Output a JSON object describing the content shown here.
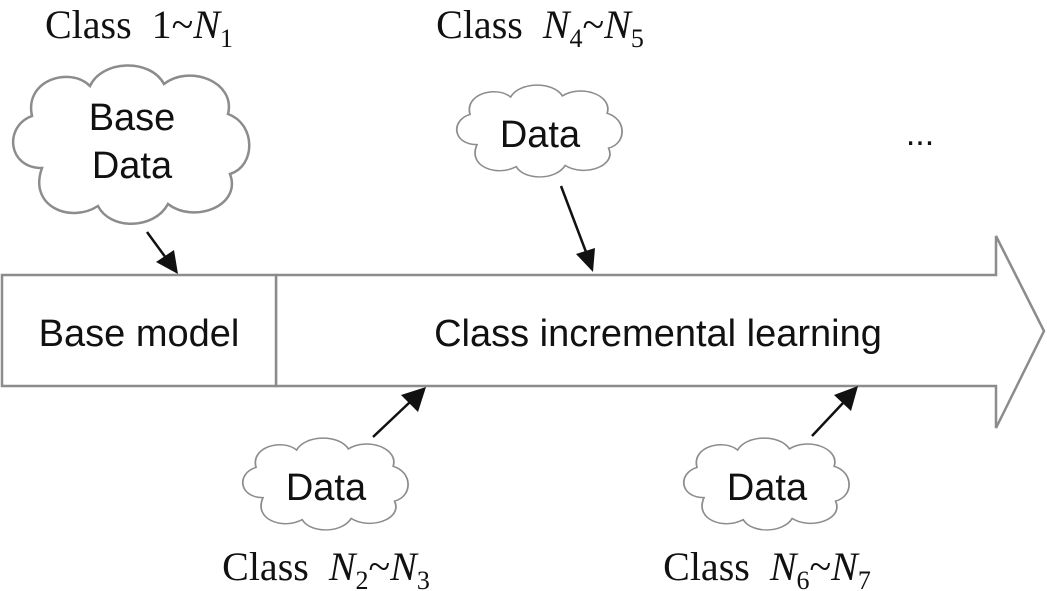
{
  "timeline": {
    "base_box_label": "Base model",
    "arrow_label": "Class incremental learning",
    "ellipsis": "..."
  },
  "sessions": [
    {
      "cloud_lines": [
        "Base",
        "Data"
      ],
      "class_prefix": "Class",
      "range": [
        {
          "text": "1"
        },
        {
          "text": "N",
          "sub": "1"
        }
      ]
    },
    {
      "cloud_lines": [
        "Data"
      ],
      "class_prefix": "Class",
      "range": [
        {
          "text": "N",
          "sub": "2"
        },
        {
          "text": "N",
          "sub": "3"
        }
      ]
    },
    {
      "cloud_lines": [
        "Data"
      ],
      "class_prefix": "Class",
      "range": [
        {
          "text": "N",
          "sub": "4"
        },
        {
          "text": "N",
          "sub": "5"
        }
      ]
    },
    {
      "cloud_lines": [
        "Data"
      ],
      "class_prefix": "Class",
      "range": [
        {
          "text": "N",
          "sub": "6"
        },
        {
          "text": "N",
          "sub": "7"
        }
      ]
    }
  ],
  "range_separator": "~"
}
